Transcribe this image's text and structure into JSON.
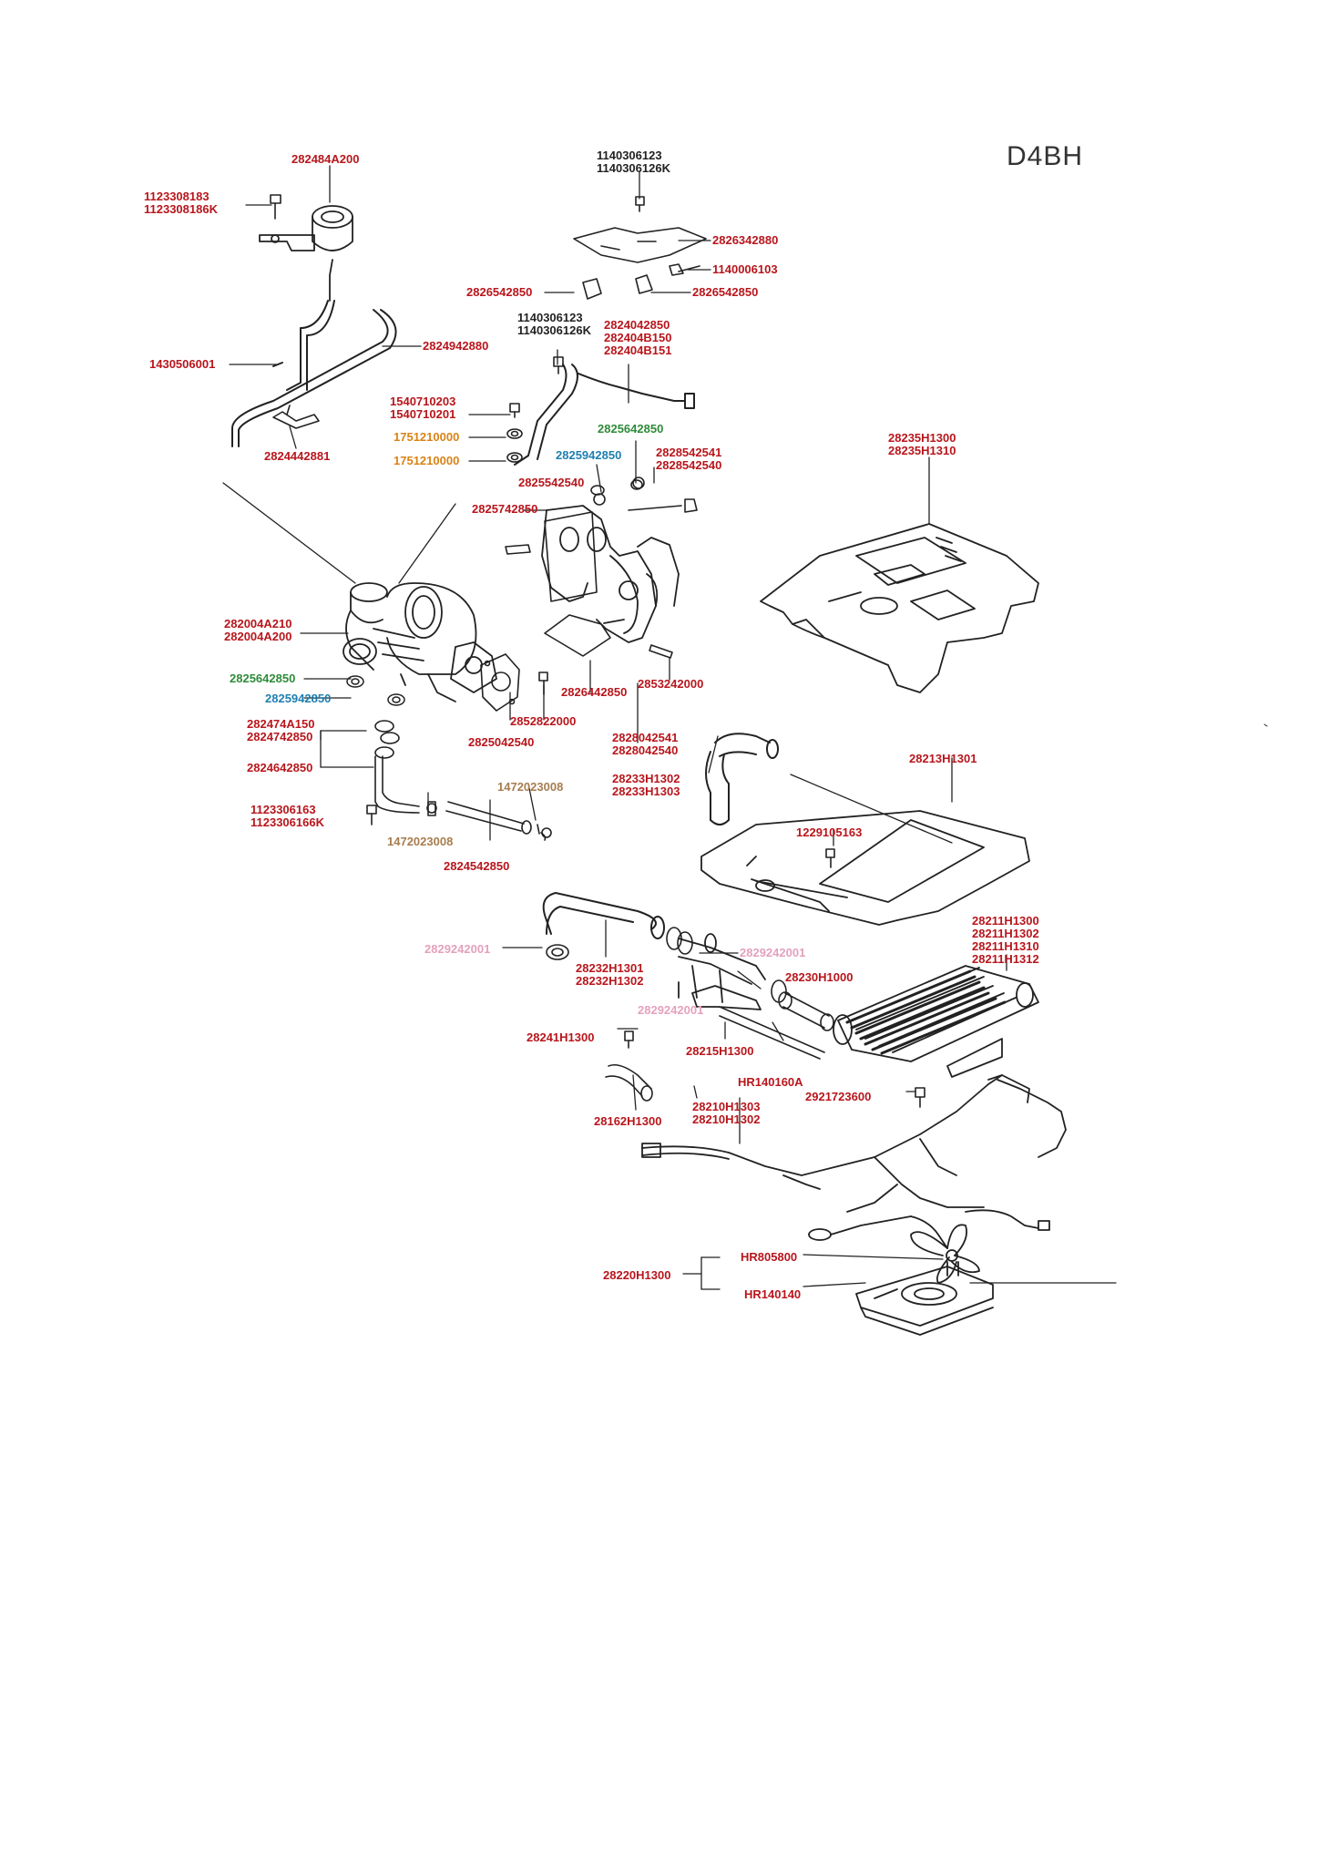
{
  "engine_code": "D4BH",
  "colors": {
    "red": "#b8161c",
    "green": "#2e8b3a",
    "blue": "#1f7fb0",
    "orange": "#d98316",
    "tan": "#a77d4e",
    "pink": "#e4a1bd",
    "dark": "#222222"
  },
  "labels": {
    "l01": {
      "lines": [
        "282484A200"
      ]
    },
    "l02": {
      "lines": [
        "1123308183",
        "1123308186K"
      ]
    },
    "l03": {
      "lines": [
        "1140306123",
        "1140306126K"
      ]
    },
    "l04": {
      "lines": [
        "2826342880"
      ]
    },
    "l05": {
      "lines": [
        "1140006103"
      ]
    },
    "l06": {
      "lines": [
        "2826542850"
      ]
    },
    "l07": {
      "lines": [
        "2826542850"
      ]
    },
    "l08": {
      "lines": [
        "1140306123",
        "1140306126K"
      ]
    },
    "l09": {
      "lines": [
        "2824042850",
        "282404B150",
        "282404B151"
      ]
    },
    "l10": {
      "lines": [
        "2824942880"
      ]
    },
    "l11": {
      "lines": [
        "1430506001"
      ]
    },
    "l12": {
      "lines": [
        "1540710203",
        "1540710201"
      ]
    },
    "l13": {
      "lines": [
        "1751210000"
      ]
    },
    "l14": {
      "lines": [
        "1751210000"
      ]
    },
    "l15": {
      "lines": [
        "2824442881"
      ]
    },
    "l16": {
      "lines": [
        "2825642850"
      ]
    },
    "l17": {
      "lines": [
        "2825942850"
      ]
    },
    "l18": {
      "lines": [
        "2828542541",
        "2828542540"
      ]
    },
    "l19": {
      "lines": [
        "2825542540"
      ]
    },
    "l20": {
      "lines": [
        "2825742850"
      ]
    },
    "l21": {
      "lines": [
        "28235H1300",
        "28235H1310"
      ]
    },
    "l22": {
      "lines": [
        "282004A210",
        "282004A200"
      ]
    },
    "l23": {
      "lines": [
        "2825642850"
      ]
    },
    "l24": {
      "lines": [
        "2825942850"
      ]
    },
    "l25": {
      "lines": [
        "2826442850"
      ]
    },
    "l26": {
      "lines": [
        "2853242000"
      ]
    },
    "l27": {
      "lines": [
        "2852822000"
      ]
    },
    "l28": {
      "lines": [
        "2825042540"
      ]
    },
    "l29": {
      "lines": [
        "282474A150",
        "2824742850"
      ]
    },
    "l30": {
      "lines": [
        "2824642850"
      ]
    },
    "l31": {
      "lines": [
        "2828042541",
        "2828042540"
      ]
    },
    "l32": {
      "lines": [
        "28213H1301"
      ]
    },
    "l33": {
      "lines": [
        "28233H1302",
        "28233H1303"
      ]
    },
    "l34": {
      "lines": [
        "1472023008"
      ]
    },
    "l35": {
      "lines": [
        "1123306163",
        "1123306166K"
      ]
    },
    "l36": {
      "lines": [
        "1472023008"
      ]
    },
    "l37": {
      "lines": [
        "2824542850"
      ]
    },
    "l38": {
      "lines": [
        "1229105163"
      ]
    },
    "l39": {
      "lines": [
        "28211H1300",
        "28211H1302",
        "28211H1310",
        "28211H1312"
      ]
    },
    "l40": {
      "lines": [
        "2829242001"
      ]
    },
    "l41": {
      "lines": [
        "28232H1301",
        "28232H1302"
      ]
    },
    "l42": {
      "lines": [
        "2829242001"
      ]
    },
    "l43": {
      "lines": [
        "28230H1000"
      ]
    },
    "l44": {
      "lines": [
        "2829242001"
      ]
    },
    "l45": {
      "lines": [
        "28241H1300"
      ]
    },
    "l46": {
      "lines": [
        "28215H1300"
      ]
    },
    "l47": {
      "lines": [
        "HR140160A"
      ]
    },
    "l48": {
      "lines": [
        "2921723600"
      ]
    },
    "l49": {
      "lines": [
        "28210H1303",
        "28210H1302"
      ]
    },
    "l50": {
      "lines": [
        "28162H1300"
      ]
    },
    "l51": {
      "lines": [
        "HR805800"
      ]
    },
    "l52": {
      "lines": [
        "28220H1300"
      ]
    },
    "l53": {
      "lines": [
        "HR140140"
      ]
    }
  }
}
